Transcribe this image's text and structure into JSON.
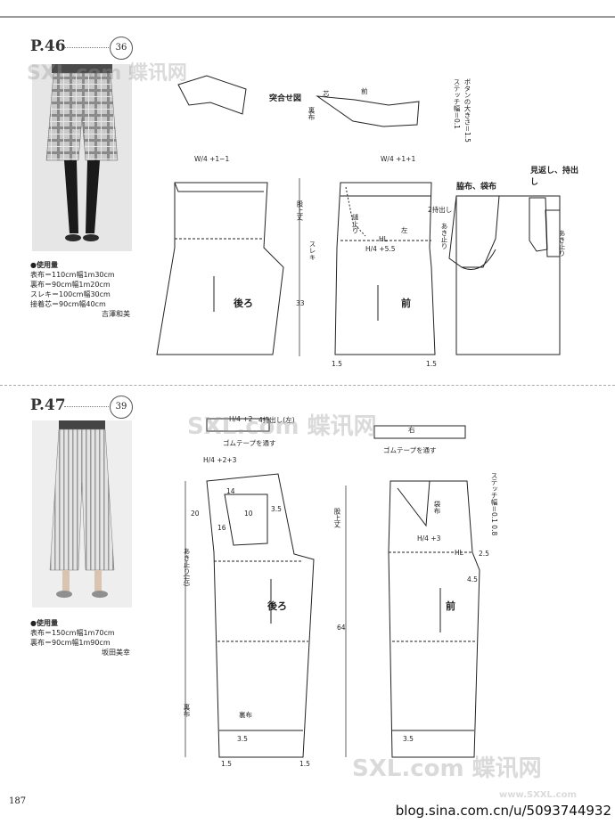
{
  "page_number": "187",
  "footer_url": "blog.sina.com.cn/u/5093744932",
  "watermark": {
    "brand": "SXL.com 蝶讯网",
    "url": "www.SXXL.com"
  },
  "p46": {
    "title": "P.46",
    "badge": "36",
    "materials_heading": "●使用量",
    "materials": [
      "表布＝110cm幅1m30cm",
      "裏布＝90cm幅1m20cm",
      "スレキ＝100cm幅30cm",
      "接着芯＝90cm幅40cm"
    ],
    "designer": "吉澤和美",
    "labels": {
      "assembly": "突合せ図",
      "front": "前",
      "back": "後ろ",
      "lining": "裏布",
      "interfacing": "芯",
      "button_size": "ボタンの大きさ＝1.5",
      "stitch_width": "ステッチ幅＝0.1",
      "pocket": "脇布、袋布",
      "facing": "見返し、持出し",
      "rise": "股上丈",
      "sleek": "スレキ",
      "left": "左",
      "opening": "あき止り",
      "opening2": "あき止り",
      "extension": "2持出し",
      "stitch_stop": "縫止り",
      "w_back": "W/4 +1−1",
      "w_front": "W/4 +1+1",
      "hl": "HL",
      "h_front": "H/4 +5.5",
      "len_33": "33",
      "m_1_5a": "1.5",
      "m_1_5b": "1.5"
    }
  },
  "p47": {
    "title": "P.47",
    "badge": "39",
    "materials_heading": "●使用量",
    "materials": [
      "表布＝150cm幅1m70cm",
      "裏布＝90cm幅1m90cm"
    ],
    "designer": "坂田美幸",
    "labels": {
      "elastic1": "ゴムテープを通す",
      "elastic2": "ゴムテープを通す",
      "ext_left": "4持出し(左)",
      "right_label": "右",
      "back": "後ろ",
      "front": "前",
      "pocket_bag": "袋布",
      "lining": "裏布",
      "lining2": "裏布",
      "rise": "股上丈",
      "opening_left": "あき止り(左)",
      "stitch_width": "ステッチ幅＝0.1 0.8",
      "h_back": "H/4 +2+3",
      "h_front": "H/4 +3",
      "hl": "HL",
      "hl_back": "H/4 +2",
      "len_64": "64",
      "m_20": "20",
      "m_14": "14",
      "m_16": "16",
      "m_10": "10",
      "m_3_5": "3.5",
      "m_4_5": "4.5",
      "m_2_5": "2.5",
      "hem_back": "3.5",
      "hem_front": "3.5",
      "m_1_5a": "1.5",
      "m_1_5b": "1.5"
    }
  }
}
